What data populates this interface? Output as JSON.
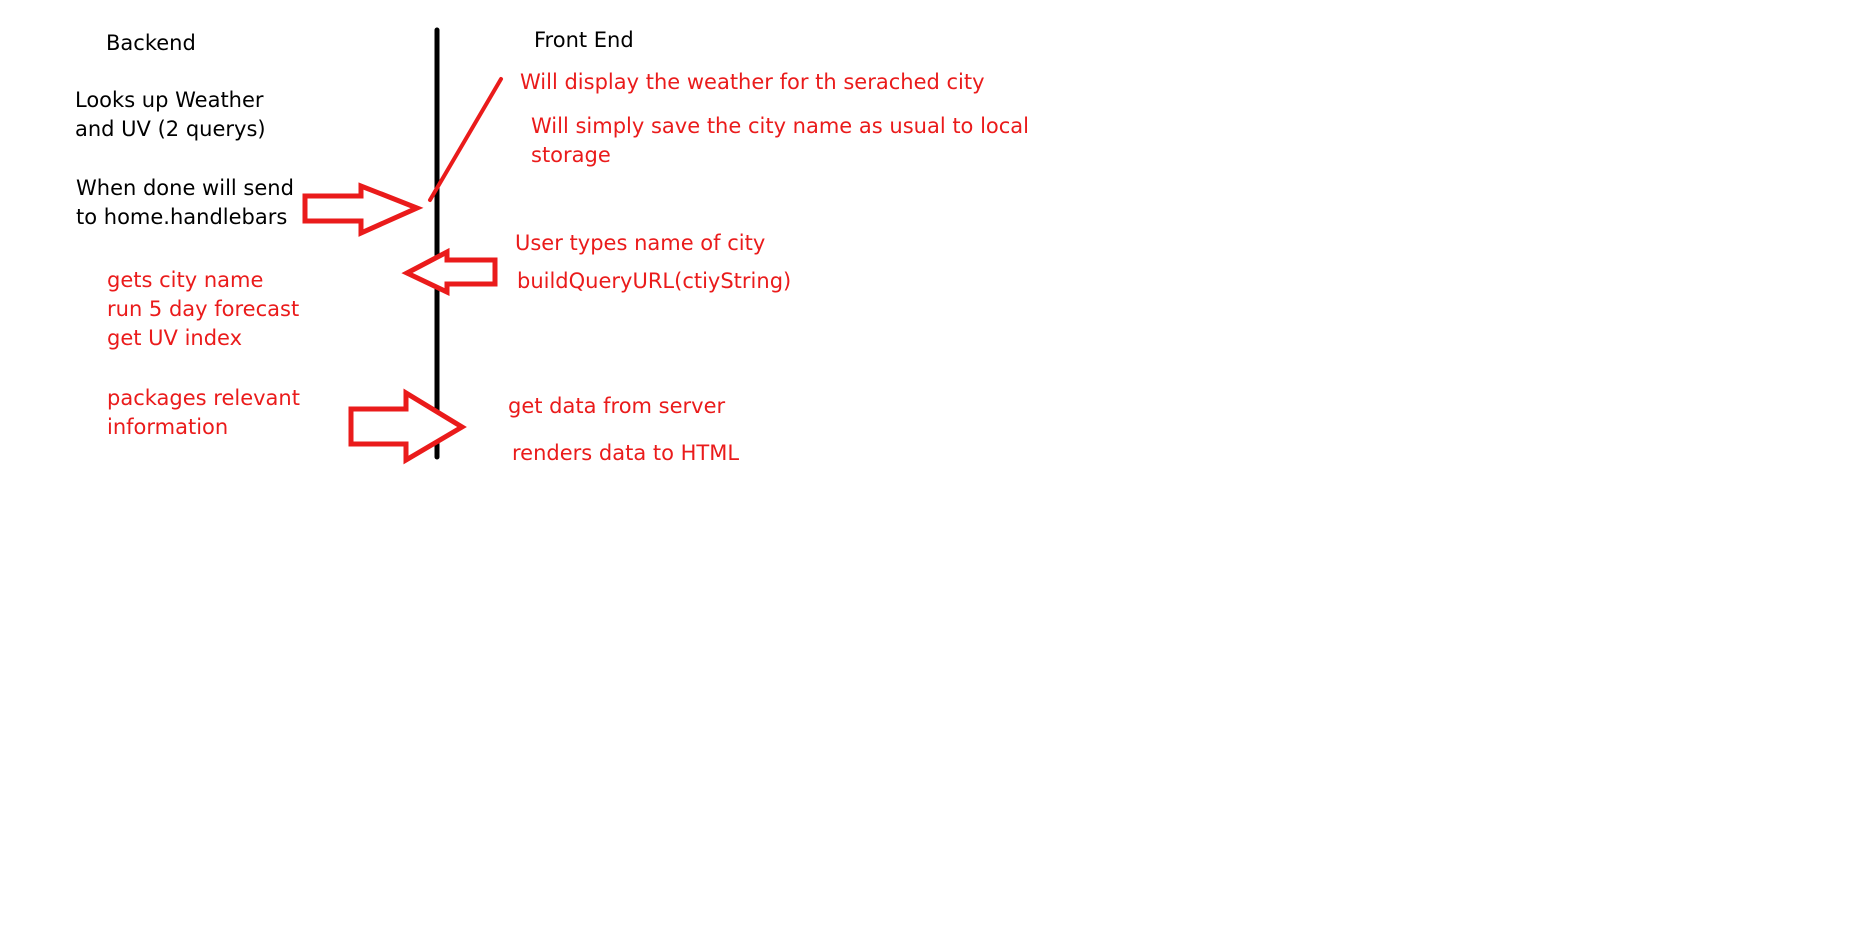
{
  "colors": {
    "ink": "#000000",
    "accent": "#ea1b1b",
    "background": "#ffffff"
  },
  "headers": {
    "backend": "Backend",
    "frontend": "Front End"
  },
  "backend_notes": {
    "lookup_line1": "Looks up Weather",
    "lookup_line2": "and UV (2 querys)",
    "send_line1": "When done will send",
    "send_line2": "to home.handlebars",
    "steps": [
      "gets city name",
      "run 5 day forecast",
      "get UV index"
    ],
    "package_line1": "packages relevant",
    "package_line2": "information"
  },
  "frontend_notes": {
    "display": "Will display the weather for th serached city",
    "save_line1": "Will simply save the city name as usual to local",
    "save_line2": "storage",
    "user_types": "User types name of city",
    "build_query": "buildQueryURL(ctiyString)",
    "get_data": "get data from server",
    "render": "renders data to HTML"
  },
  "arrows": [
    {
      "name": "send-to-frontend-arrow",
      "direction": "right",
      "color": "red"
    },
    {
      "name": "query-to-backend-arrow",
      "direction": "left",
      "color": "red"
    },
    {
      "name": "data-to-frontend-arrow",
      "direction": "right",
      "color": "red"
    }
  ]
}
